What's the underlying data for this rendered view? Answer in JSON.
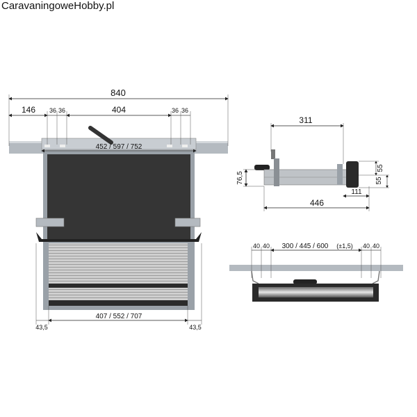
{
  "watermark": "CaravaningoweHobby.pl",
  "front_view": {
    "overall_width": "840",
    "left_offset": "146",
    "gap_left_a": "36",
    "gap_left_b": "36",
    "mount_span": "404",
    "gap_right_a": "36",
    "gap_right_b": "36",
    "rail_width": "452 / 597 / 752",
    "screen_width": "407 / 552 / 707",
    "side_left": "43,5",
    "side_right": "43,5"
  },
  "side_view": {
    "top_length": "311",
    "height_left": "76,5",
    "height_right_a": "55",
    "height_right_b": "55",
    "bottom_short": "111",
    "bottom_length": "446"
  },
  "bottom_view": {
    "gap_a": "40",
    "gap_b": "40",
    "span": "300 / 445 / 600",
    "tolerance": "(±1,5)",
    "gap_c": "40",
    "gap_d": "40"
  }
}
